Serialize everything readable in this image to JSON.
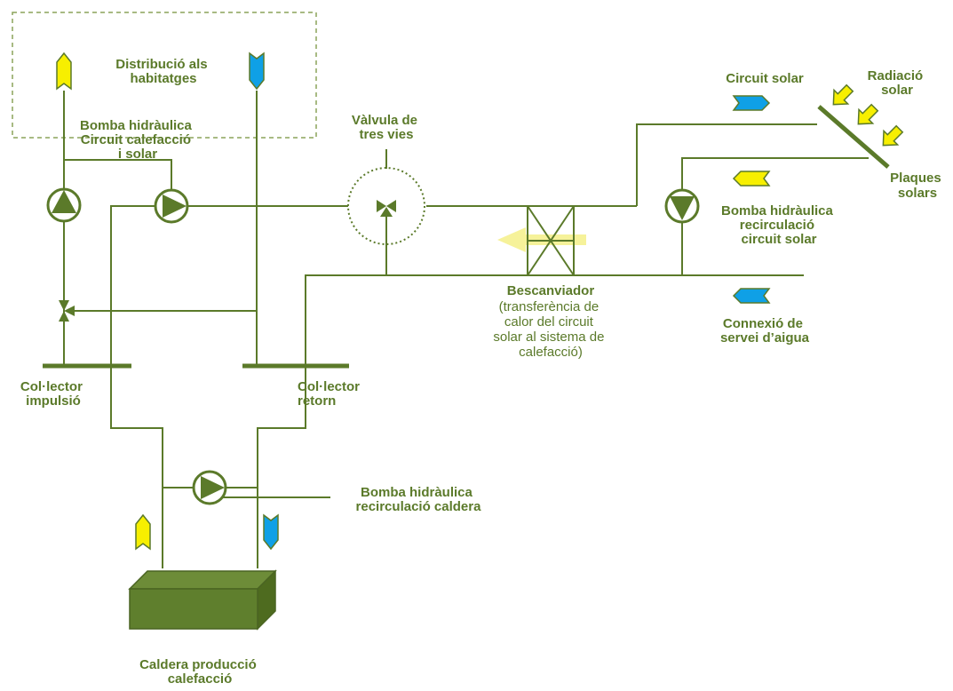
{
  "colors": {
    "green": "#5b7a2a",
    "hot": "#f7ef00",
    "cold": "#0fa0e6",
    "boiler": "#5f7f2d",
    "transfer_arrow": "#f6f29a"
  },
  "labels": {
    "distribucio": [
      "Distribució als",
      "habitatges"
    ],
    "bomba_calefaccio": [
      "Bomba hidràulica",
      "Circuit calefacció",
      "i solar"
    ],
    "valvula": [
      "Vàlvula de",
      "tres vies"
    ],
    "circuit_solar": "Circuit solar",
    "radiacio": [
      "Radiació",
      "solar"
    ],
    "plaques": [
      "Plaques",
      "solars"
    ],
    "bomba_solar": [
      "Bomba hidràulica",
      "recirculació",
      "circuit solar"
    ],
    "bescanviador_title": "Bescanviador",
    "bescanviador_desc": [
      "(transferència de",
      "calor del circuit",
      "solar al sistema de",
      "calefacció)"
    ],
    "connexio": [
      "Connexió de",
      "servei d’aigua"
    ],
    "collector_impulsio": [
      "Col·lector",
      "impulsió"
    ],
    "collector_retorn": [
      "Col·lector",
      "retorn"
    ],
    "bomba_caldera": [
      "Bomba hidràulica",
      "recirculació caldera"
    ],
    "caldera": [
      "Caldera producció",
      "calefacció"
    ]
  },
  "icons": {
    "hot_flow": "flow-arrow-up-yellow",
    "cold_flow": "flow-arrow-down-blue",
    "pump": "pump-icon",
    "valve": "three-way-valve-icon",
    "heat_exchanger": "heat-exchanger-icon",
    "solar_panel": "solar-panel-icon",
    "sun_ray": "sun-ray-arrow-icon",
    "boiler": "boiler-box-icon"
  }
}
